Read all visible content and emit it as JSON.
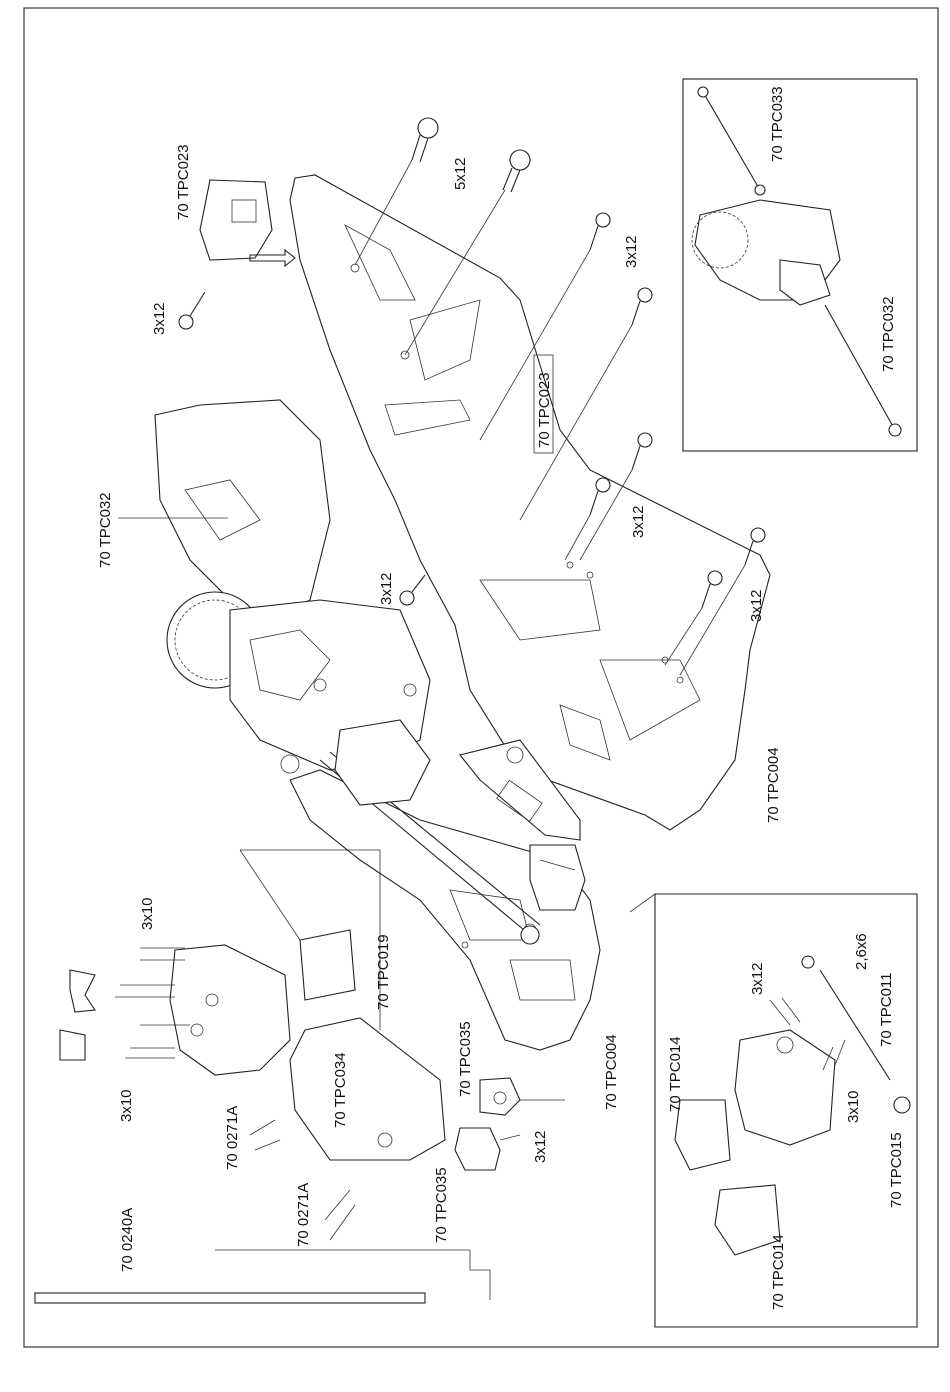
{
  "labels": {
    "l1": "70 TPC023",
    "l2": "5x12",
    "l3": "3x12",
    "l4": "3x12",
    "l5": "70 TPC023",
    "l6": "70 TPC032",
    "l7": "3x12",
    "l8": "3x12",
    "l9": "3x12",
    "l10": "70 TPC004",
    "l11": "70 TPC004",
    "l12": "3x10",
    "l13": "70 TPC019",
    "l14": "70 TPC035",
    "l15": "70 TPC034",
    "l16": "3x10",
    "l17": "70 0271A",
    "l18": "70 0271A",
    "l19": "70 TPC035",
    "l20": "3x12",
    "l21": "70 0240A",
    "l22": "70 TPC033",
    "l23": "70 TPC032",
    "l24": "3x12",
    "l25": "2,6x6",
    "l26": "70 TPC011",
    "l27": "70 TPC014",
    "l28": "3x10",
    "l29": "70 TPC015",
    "l30": "70 TPC014"
  }
}
